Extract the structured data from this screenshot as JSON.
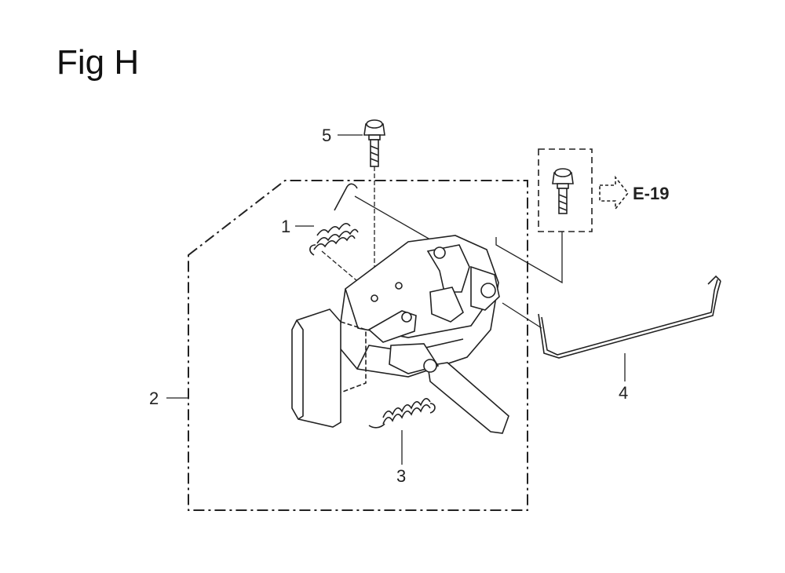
{
  "figure": {
    "title": "Fig H"
  },
  "callouts": [
    {
      "id": "1",
      "label": "1"
    },
    {
      "id": "2",
      "label": "2"
    },
    {
      "id": "3",
      "label": "3"
    },
    {
      "id": "4",
      "label": "4"
    },
    {
      "id": "5",
      "label": "5"
    }
  ],
  "reference": {
    "label": "E-19"
  },
  "icons": [
    "bolt-icon",
    "spring-icon",
    "governor-plate-icon",
    "rod-icon",
    "arrow-right-icon"
  ]
}
